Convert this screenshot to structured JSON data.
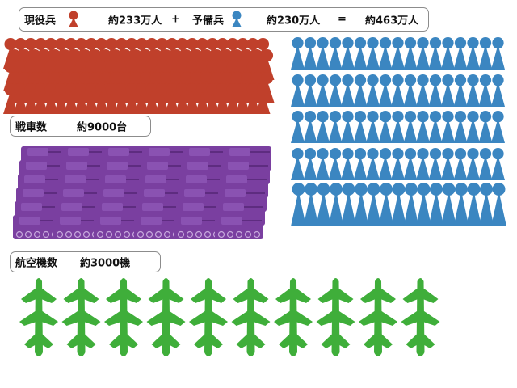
{
  "header": {
    "active_label": "現役兵",
    "active_count": "約233万人",
    "plus": "+",
    "reserve_label": "予備兵",
    "reserve_count": "約230万人",
    "equals": "=",
    "total_count": "約463万人"
  },
  "tanks": {
    "label": "戦車数",
    "count": "約9000台"
  },
  "aircraft": {
    "label": "航空機数",
    "count": "約3000機"
  },
  "icons": {
    "active": "soldier-icon",
    "reserve": "soldier-icon",
    "tank": "tank-icon",
    "aircraft": "fighter-jet-icon"
  },
  "colors": {
    "active": "#c0402b",
    "reserve": "#3b86c1",
    "tank": "#7a3fa0",
    "aircraft": "#3fae3a"
  }
}
